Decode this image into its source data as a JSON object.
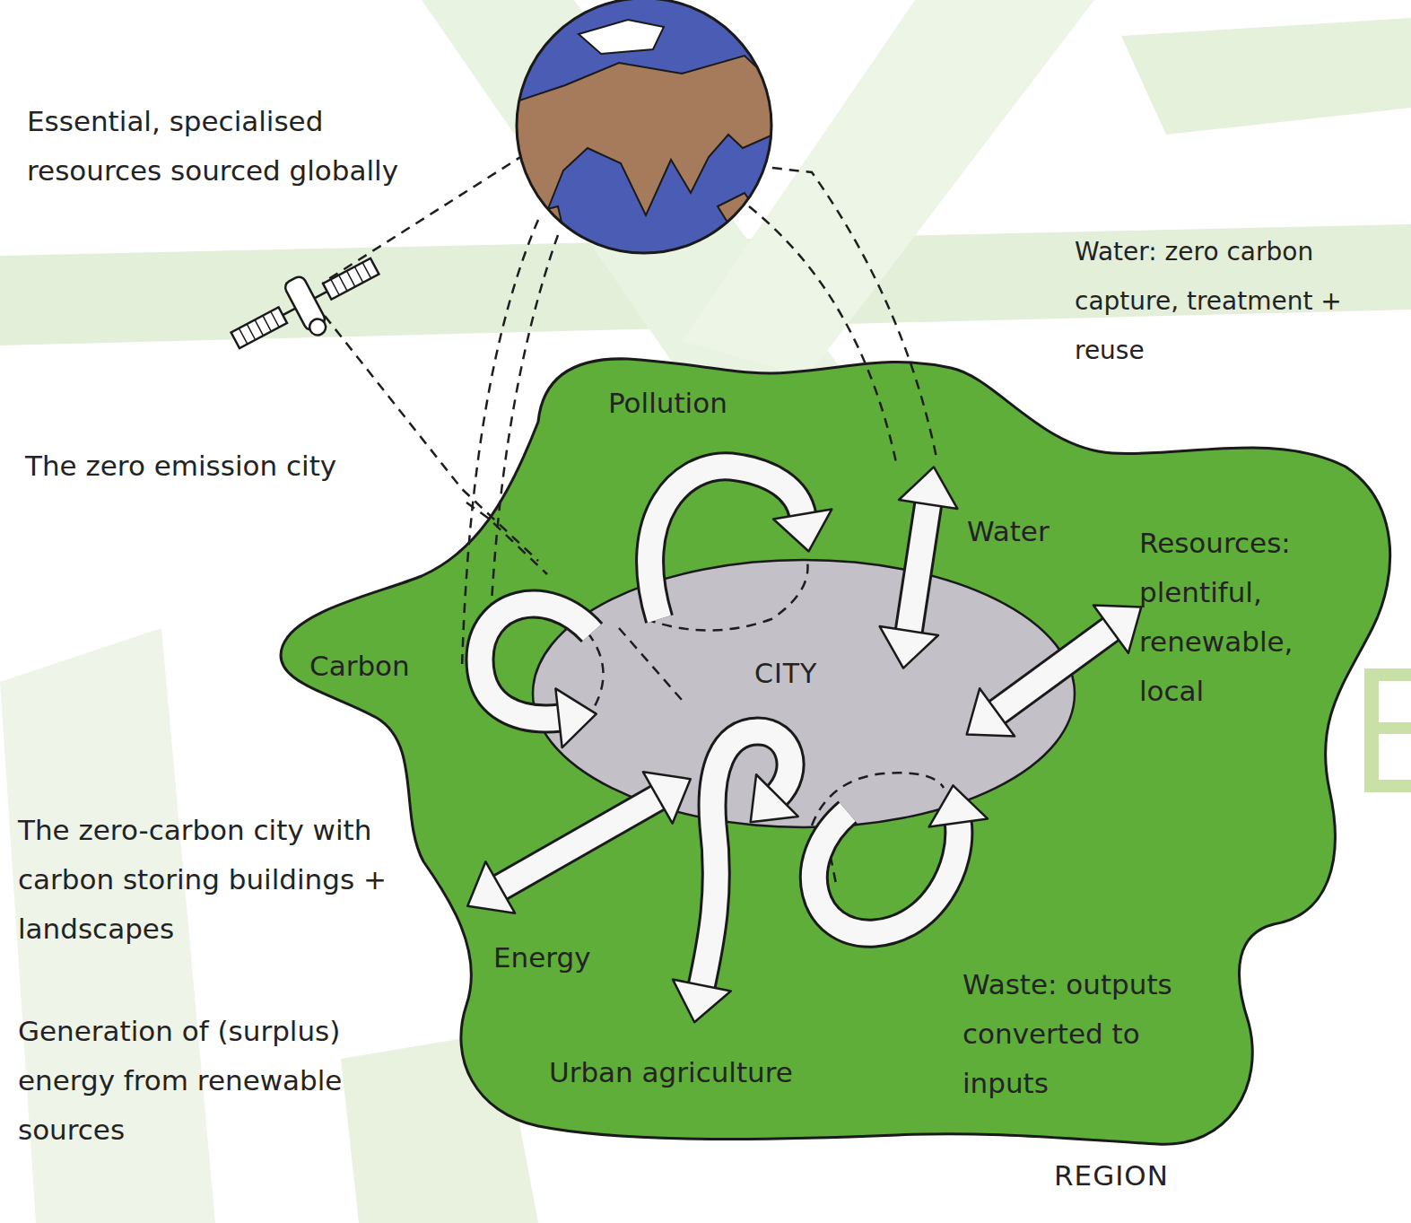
{
  "diagram": {
    "nodes": [
      {
        "text": [
          "REGION"
        ]
      },
      {
        "text": [
          "CITY"
        ],
        "in": 0
      }
    ],
    "labels": [
      "Essential, specialised resources sourced globally",
      "Water: zero carbon capture, treatment + reuse",
      "Pollution",
      "The zero emission city",
      "Water",
      "Resources: plentiful, renewable, local",
      "Carbon",
      "The zero-carbon city with carbon storing buildings + landscapes",
      "Energy",
      "Waste: outputs converted to inputs",
      "Generation of (surplus) energy from renewable sources",
      "Urban agriculture"
    ]
  }
}
